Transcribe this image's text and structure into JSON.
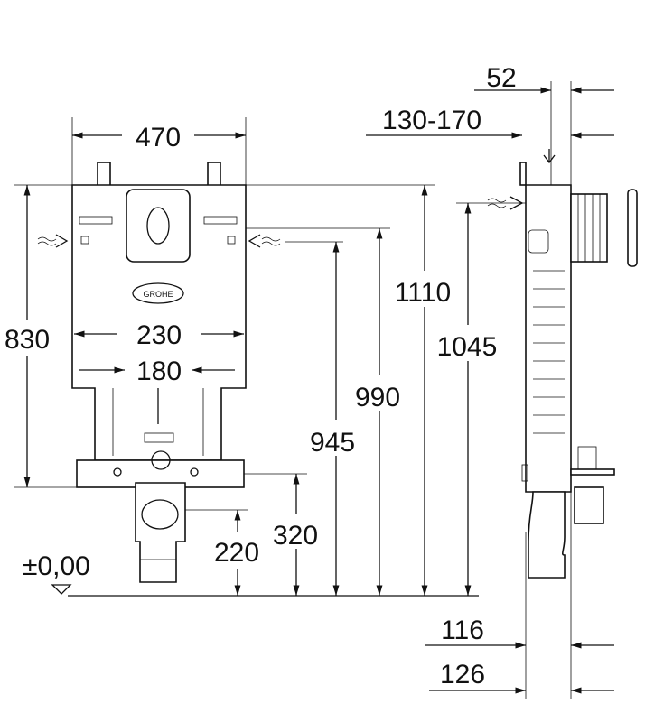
{
  "front_view": {
    "width_label": "470",
    "height_label": "830",
    "inner_width_label": "230",
    "bracket_width_label": "180",
    "logo_text": "GROHE",
    "floor_level_label": "±0,00"
  },
  "heights": {
    "drain_label": "220",
    "fixing_label": "320",
    "h945": "945",
    "h990": "990",
    "h1110": "1110",
    "h1045": "1045"
  },
  "side_view": {
    "top_offset_label": "52",
    "wall_gap_label": "130-170",
    "depth_116_label": "116",
    "depth_126_label": "126"
  }
}
